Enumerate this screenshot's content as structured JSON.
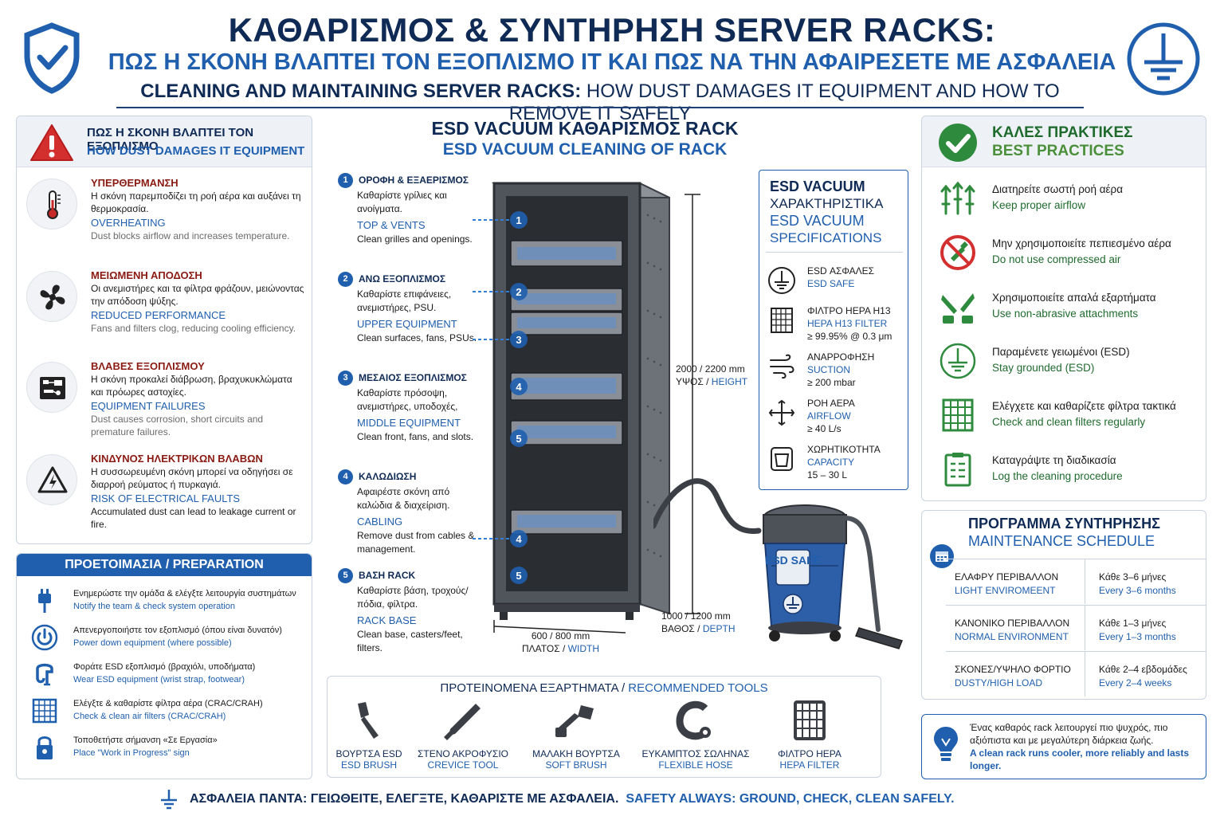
{
  "header": {
    "title_gr": "ΚΑΘΑΡΙΣΜΟΣ & ΣΥΝΤΗΡΗΣΗ SERVER RACKS:",
    "subtitle_gr": "ΠΩΣ Η ΣΚΟΝΗ ΒΛΑΠΤΕΙ ΤΟΝ ΕΞΟΠΛΙΣΜΟ IT ΚΑΙ ΠΩΣ ΝΑ ΤΗΝ ΑΦΑΙΡΕΣΕΤΕ ΜΕ ΑΣΦΑΛΕΙΑ",
    "subtitle_en_bold": "CLEANING AND MAINTAINING SERVER RACKS:",
    "subtitle_en_rest": " HOW DUST DAMAGES IT EQUIPMENT AND HOW TO REMOVE IT SAFELY",
    "left_icon": "shield-check-icon",
    "right_icon": "ground-symbol-icon"
  },
  "dust": {
    "head_gr": "ΠΩΣ Η ΣΚΟΝΗ ΒΛΑΠΤΕΙ ΤΟΝ ΕΞΟΠΛΙΣΜΟ",
    "head_en": "HOW DUST DAMAGES IT EQUIPMENT",
    "items": [
      {
        "icon": "thermometer-icon",
        "title_gr": "ΥΠΕΡΘΕΡΜΑΝΣΗ",
        "desc_gr": "Η σκόνη παρεμποδίζει τη ροή αέρα και αυξάνει τη θερμοκρασία.",
        "title_en": "OVERHEATING",
        "desc_en": "Dust blocks airflow and increases temperature."
      },
      {
        "icon": "fan-icon",
        "title_gr": "ΜΕΙΩΜΕΝΗ ΑΠΟΔΟΣΗ",
        "desc_gr": "Οι ανεμιστήρες και τα φίλτρα φράζουν, μειώνοντας την απόδοση ψύξης.",
        "title_en": "REDUCED PERFORMANCE",
        "desc_en": "Fans and filters clog, reducing cooling efficiency."
      },
      {
        "icon": "circuit-board-icon",
        "title_gr": "ΒΛΑΒΕΣ ΕΞΟΠΛΙΣΜΟΥ",
        "desc_gr": "Η σκόνη προκαλεί διάβρωση, βραχυκυκλώματα και πρόωρες αστοχίες.",
        "title_en": "EQUIPMENT FAILURES",
        "desc_en": "Dust causes corrosion, short circuits and premature failures."
      },
      {
        "icon": "electric-warning-icon",
        "title_gr": "ΚΙΝΔΥΝΟΣ ΗΛΕΚΤΡΙΚΩΝ ΒΛΑΒΩΝ",
        "desc_gr": "Η συσσωρευμένη σκόνη μπορεί να οδηγήσει σε διαρροή ρεύματος ή πυρκαγιά.",
        "title_en": "RISK OF ELECTRICAL FAULTS",
        "desc_en": "Accumulated dust can lead to leakage current or fire."
      }
    ]
  },
  "prep": {
    "head": "ΠΡΟΕΤΟΙΜΑΣΙΑ / PREPARATION",
    "items": [
      {
        "icon": "plug-icon",
        "gr": "Ενημερώστε την ομάδα & ελέγξτε λειτουργία συστημάτων",
        "en": "Notify the team & check system operation"
      },
      {
        "icon": "power-icon",
        "gr": "Απενεργοποιήστε τον εξοπλισμό (όπου είναι δυνατόν)",
        "en": "Power down equipment (where possible)"
      },
      {
        "icon": "esd-wrist-strap-icon",
        "gr": "Φοράτε ESD εξοπλισμό (βραχιόλι, υποδήματα)",
        "en": "Wear ESD equipment (wrist strap, footwear)"
      },
      {
        "icon": "air-filter-icon",
        "gr": "Ελέγξτε & καθαρίστε φίλτρα αέρα (CRAC/CRAH)",
        "en": "Check & clean air filters (CRAC/CRAH)"
      },
      {
        "icon": "lock-sign-icon",
        "gr": "Τοποθετήστε σήμανση «Σε Εργασία»",
        "en": "Place \"Work in Progress\" sign"
      }
    ]
  },
  "center": {
    "title_gr": "ESD VACUUM ΚΑΘΑΡΙΣΜΟΣ RACK",
    "title_en": "ESD VACUUM CLEANING OF RACK",
    "steps": [
      {
        "num": "1",
        "h_gr": "ΟΡΟΦΗ & ΕΞΑΕΡΙΣΜΟΣ",
        "d_gr": "Καθαρίστε γρίλιες και ανοίγματα.",
        "h_en": "TOP & VENTS",
        "d_en": "Clean grilles and openings."
      },
      {
        "num": "2",
        "h_gr": "ΑΝΩ ΕΞΟΠΛΙΣΜΟΣ",
        "d_gr": "Καθαρίστε επιφάνειες, ανεμιστήρες, PSU.",
        "h_en": "UPPER EQUIPMENT",
        "d_en": "Clean surfaces, fans, PSUs."
      },
      {
        "num": "3",
        "h_gr": "ΜΕΣΑΙΟΣ ΕΞΟΠΛΙΣΜΟΣ",
        "d_gr": "Καθαρίστε πρόσοψη, ανεμιστήρες, υποδοχές,",
        "h_en": "MIDDLE EQUIPMENT",
        "d_en": "Clean front, fans, and slots."
      },
      {
        "num": "4",
        "h_gr": "ΚΑΛΩΔΙΩΣΗ",
        "d_gr": "Αφαιρέστε σκόνη από καλώδια & διαχείριση.",
        "h_en": "CABLING",
        "d_en": "Remove dust from cables & management."
      },
      {
        "num": "5",
        "h_gr": "ΒΑΣΗ RACK",
        "d_gr": "Καθαρίστε βάση, τροχούς/πόδια, φίλτρα.",
        "h_en": "RACK BASE",
        "d_en": "Clean base, casters/feet, filters."
      }
    ],
    "height_val": "2000 / 2200 mm",
    "height_gr": "ΥΨΟΣ / ",
    "height_en": "HEIGHT",
    "width_val": "600 / 800 mm",
    "width_gr": "ΠΛΑΤΟΣ / ",
    "width_en": "WIDTH",
    "depth_val": "1000 / 1200 mm",
    "depth_gr": "ΒΑΘΟΣ / ",
    "depth_en": "DEPTH",
    "rack_markers": [
      "1",
      "2",
      "3",
      "4",
      "5",
      "4",
      "5"
    ],
    "vacuum_label": "ESD SAFE"
  },
  "specs": {
    "t1": "ESD VACUUM",
    "t2": "ΧΑΡΑΚΤΗΡΙΣΤΙΚΑ",
    "t3": "ESD VACUUM",
    "t4": "SPECIFICATIONS",
    "rows": [
      {
        "icon": "ground-symbol-icon",
        "gr": "ESD ΑΣΦΑΛΕΣ",
        "en": "ESD SAFE",
        "val": ""
      },
      {
        "icon": "hepa-filter-icon",
        "gr": "ΦΙΛΤΡΟ HEPA H13",
        "en": "HEPA H13 FILTER",
        "val": "≥ 99.95% @ 0.3 μm"
      },
      {
        "icon": "suction-icon",
        "gr": "ΑΝΑΡΡΟΦΗΣΗ",
        "en": "SUCTION",
        "val": "≥ 200 mbar"
      },
      {
        "icon": "airflow-icon",
        "gr": "ΡΟΗ ΑΕΡΑ",
        "en": "AIRFLOW",
        "val": "≥ 40 L/s"
      },
      {
        "icon": "container-icon",
        "gr": "ΧΩΡΗΤΙΚΟΤΗΤΑ",
        "en": "CAPACITY",
        "val": "15 – 30 L"
      }
    ]
  },
  "tools": {
    "title_gr": "ΠΡΟΤΕΙΝΟΜΕΝΑ ΕΞΑΡΤΗΜΑΤΑ / ",
    "title_en": "RECOMMENDED TOOLS",
    "items": [
      {
        "icon": "esd-brush-icon",
        "gr": "ΒΟΥΡΤΣΑ ESD",
        "en": "ESD BRUSH"
      },
      {
        "icon": "crevice-tool-icon",
        "gr": "ΣΤΕΝΟ ΑΚΡΟΦΥΣΙΟ",
        "en": "CREVICE TOOL"
      },
      {
        "icon": "soft-brush-icon",
        "gr": "ΜΑΛΑΚΗ ΒΟΥΡΤΣΑ",
        "en": "SOFT BRUSH"
      },
      {
        "icon": "flexible-hose-icon",
        "gr": "ΕΥΚΑΜΠΤΟΣ ΣΩΛΗΝΑΣ",
        "en": "FLEXIBLE HOSE"
      },
      {
        "icon": "hepa-filter-icon",
        "gr": "ΦΙΛΤΡΟ HEPA",
        "en": "HEPA FILTER"
      }
    ]
  },
  "best": {
    "head_gr": "ΚΑΛΕΣ ΠΡΑΚΤΙΚΕΣ",
    "head_en": "BEST PRACTICES",
    "items": [
      {
        "icon": "airflow-arrows-icon",
        "gr": "Διατηρείτε σωστή ροή αέρα",
        "en": "Keep proper airflow"
      },
      {
        "icon": "no-compressed-air-icon",
        "gr": "Μην χρησιμοποιείτε πεπιεσμένο αέρα",
        "en": "Do not use compressed air"
      },
      {
        "icon": "soft-attachment-icon",
        "gr": "Χρησιμοποιείτε απαλά εξαρτήματα",
        "en": "Use non-abrasive attachments"
      },
      {
        "icon": "ground-symbol-icon",
        "gr": "Παραμένετε γειωμένοι (ESD)",
        "en": "Stay grounded (ESD)"
      },
      {
        "icon": "filter-grid-icon",
        "gr": "Ελέγχετε και καθαρίζετε φίλτρα τακτικά",
        "en": "Check and clean filters regularly"
      },
      {
        "icon": "clipboard-log-icon",
        "gr": "Καταγράψτε τη διαδικασία",
        "en": "Log the cleaning procedure"
      }
    ]
  },
  "schedule": {
    "t1": "ΠΡΟΓΡΑΜΜΑ ΣΥΝΤΗΡΗΣΗΣ",
    "t2": "MAINTENANCE SCHEDULE",
    "rows": [
      {
        "env_gr": "ΕΛΑΦΡΥ ΠΕΡΙΒΑΛΛΟΝ",
        "env_en": "LIGHT ENVIROMEENT",
        "freq_gr": "Κάθε 3–6 μήνες",
        "freq_en": "Every 3–6 months"
      },
      {
        "env_gr": "ΚΑΝΟΝΙΚΟ ΠΕΡΙΒΑΛΛΟΝ",
        "env_en": "NORMAL ENVIRONMENT",
        "freq_gr": "Κάθε 1–3 μήνες",
        "freq_en": "Every 1–3 months"
      },
      {
        "env_gr": "ΣΚΟΝΕΣ/ΥΨΗΛΟ ΦΟΡΤΙΟ",
        "env_en": "DUSTY/HIGH LOAD",
        "freq_gr": "Κάθε 2–4 εβδομάδες",
        "freq_en": "Every 2–4 weeks"
      }
    ]
  },
  "tip": {
    "gr": "Ένας καθαρός rack λειτουργεί πιο ψυχρός, πιο αξιόπιστα και με μεγαλύτερη διάρκεια ζωής.",
    "en": "A clean rack runs cooler, more reliably and lasts longer."
  },
  "footer": {
    "gr": "ΑΣΦΑΛΕΙΑ ΠΑΝΤΑ: ΓΕΙΩΘΕΙΤΕ, ΕΛΕΓΞΤΕ, ΚΑΘΑΡΙΣΤΕ ΜΕ ΑΣΦΑΛΕΙΑ.",
    "en": "SAFETY ALWAYS: GROUND, CHECK, CLEAN SAFELY."
  },
  "colors": {
    "navy": "#0f2a55",
    "blue": "#1f5fae",
    "red": "#c62828",
    "green": "#2e8b3d"
  }
}
